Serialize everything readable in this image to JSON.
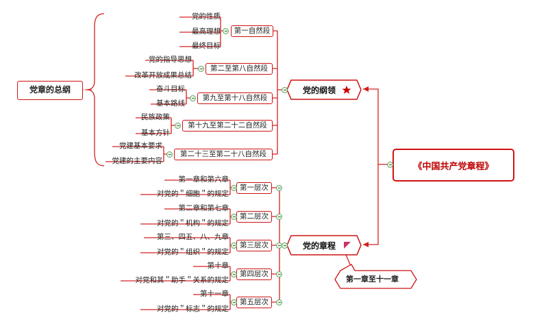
{
  "root": {
    "label": "《中国共产党章程》"
  },
  "branches": {
    "gangling": {
      "label": "党的纲领",
      "sections": [
        {
          "label": "第一自然段",
          "children": [
            "党的性质",
            "最高理想",
            "最终目标"
          ]
        },
        {
          "label": "第二至第八自然段",
          "children": [
            "党的指导思想",
            "改革开放成果总结"
          ]
        },
        {
          "label": "第九至第十八自然段",
          "children": [
            "奋斗目标",
            "基本路线"
          ]
        },
        {
          "label": "第十九至第二十二自然段",
          "children": [
            "民族政策",
            "基本方针"
          ]
        },
        {
          "label": "第二十三至第二十八自然段",
          "children": [
            "党建基本要求",
            "党建的主要内容"
          ]
        }
      ],
      "summary": "党章的总纲"
    },
    "zhangcheng": {
      "label": "党的章程",
      "note": "第一章至十一章",
      "levels": [
        {
          "label": "第一层次",
          "children": [
            "第一章和第六章",
            "对党的＂细胞＂的规定"
          ]
        },
        {
          "label": "第二层次",
          "children": [
            "第二章和第七章",
            "对党的＂机构＂的规定"
          ]
        },
        {
          "label": "第三层次",
          "children": [
            "第三、四五、八、九章",
            "对党的＂组织＂的规定"
          ]
        },
        {
          "label": "第四层次",
          "children": [
            "第十章",
            "对党和其＂助手＂关系的规定"
          ]
        },
        {
          "label": "第五层次",
          "children": [
            "第十一章",
            "对党的＂标志＂的规定"
          ]
        }
      ]
    }
  },
  "colors": {
    "accent": "#cc1111",
    "connector_red": "#d32020",
    "knob": "#e6f5e6"
  },
  "icons": {
    "gangling_marker": "star-icon",
    "zhangcheng_marker": "flag-icon"
  }
}
